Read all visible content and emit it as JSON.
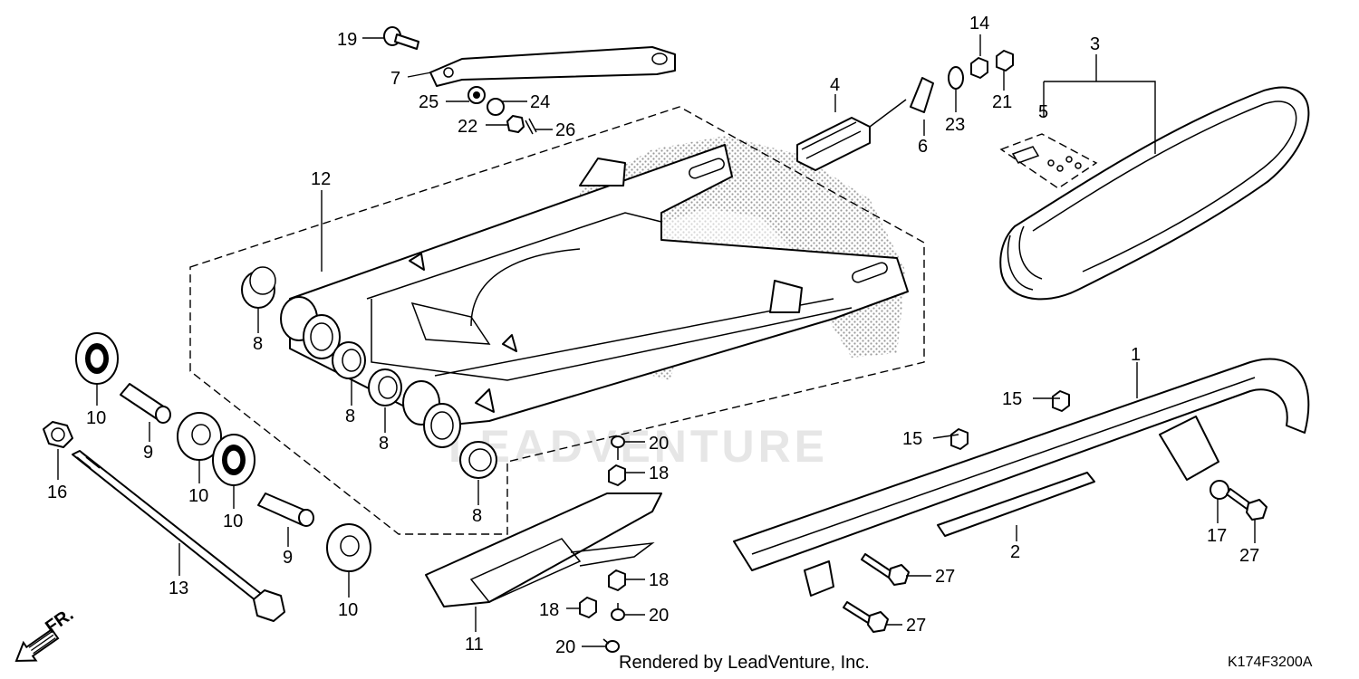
{
  "watermark": "LEADVENTURE",
  "footer": {
    "rendered_by": "Rendered by LeadVenture, Inc."
  },
  "figure_code": "K174F3200A",
  "front_arrow": "FR.",
  "callouts": {
    "c1": "1",
    "c2": "2",
    "c3": "3",
    "c4": "4",
    "c5": "5",
    "c6": "6",
    "c7": "7",
    "c8a": "8",
    "c8b": "8",
    "c8c": "8",
    "c8d": "8",
    "c9a": "9",
    "c9b": "9",
    "c10a": "10",
    "c10b": "10",
    "c10c": "10",
    "c10d": "10",
    "c11": "11",
    "c12": "12",
    "c13": "13",
    "c14": "14",
    "c15a": "15",
    "c15b": "15",
    "c16": "16",
    "c17": "17",
    "c18a": "18",
    "c18b": "18",
    "c18c": "18",
    "c19": "19",
    "c20a": "20",
    "c20b": "20",
    "c20c": "20",
    "c21": "21",
    "c22": "22",
    "c23": "23",
    "c24": "24",
    "c25": "25",
    "c26": "26",
    "c27a": "27",
    "c27b": "27",
    "c27c": "27"
  }
}
